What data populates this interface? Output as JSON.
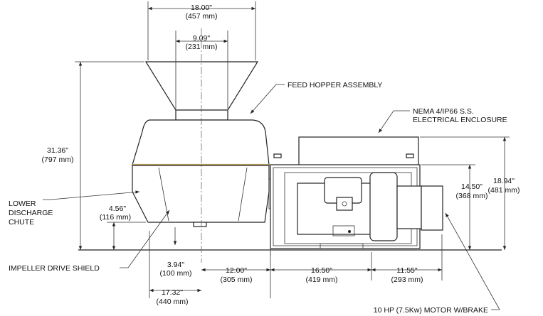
{
  "dimensions": {
    "d18_in": "18.00\"",
    "d18_mm": "(457 mm)",
    "d909_in": "9.09\"",
    "d909_mm": "(231 mm)",
    "d3136_in": "31.36\"",
    "d3136_mm": "(797 mm)",
    "d456_in": "4.56\"",
    "d456_mm": "(116 mm)",
    "d394_in": "3.94\"",
    "d394_mm": "(100 mm)",
    "d12_in": "12.00\"",
    "d12_mm": "(305 mm)",
    "d1732_in": "17.32\"",
    "d1732_mm": "(440 mm)",
    "d1650_in": "16.50\"",
    "d1650_mm": "(419 mm)",
    "d1155_in": "11.55\"",
    "d1155_mm": "(293 mm)",
    "d1450_in": "14.50\"",
    "d1450_mm": "(368 mm)",
    "d1894_in": "18.94\"",
    "d1894_mm": "(481 mm)"
  },
  "labels": {
    "feed_hopper": "FEED HOPPER ASSEMBLY",
    "enclosure_l1": "NEMA 4/IP66 S.S.",
    "enclosure_l2": "ELECTRICAL ENCLOSURE",
    "lower_l1": "LOWER",
    "lower_l2": "DISCHARGE",
    "lower_l3": "CHUTE",
    "impeller": "IMPELLER DRIVE SHIELD",
    "motor": "10 HP (7.5Kw) MOTOR W/BRAKE"
  },
  "colors": {
    "line": "#222222",
    "accent": "#b8a060"
  }
}
